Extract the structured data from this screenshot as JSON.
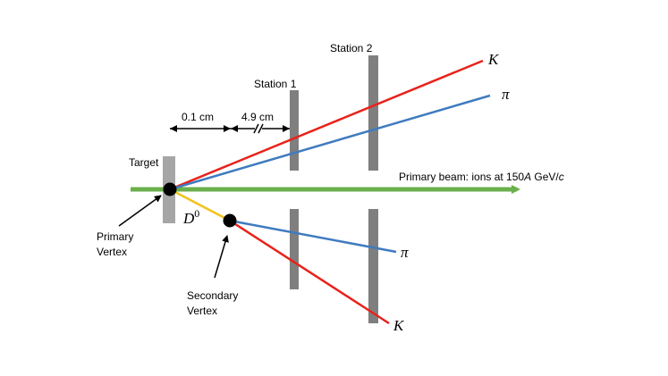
{
  "labels": {
    "station1": "Station 1",
    "station2": "Station 2",
    "target": "Target",
    "dist1": "0.1 cm",
    "dist2": "4.9 cm",
    "primary_vertex_line1": "Primary",
    "primary_vertex_line2": "Vertex",
    "secondary_vertex_line1": "Secondary",
    "secondary_vertex_line2": "Vertex",
    "beam_prefix": "Primary beam: ions at 150",
    "beam_A": "A",
    "beam_mid": " GeV/",
    "beam_c": "c",
    "d0_symbol": "D",
    "d0_superscript": "0",
    "kaon_top": "K",
    "pion_top": "π",
    "pion_bottom": "π",
    "kaon_bottom": "K"
  },
  "colors": {
    "beam": "#6ab04c",
    "kaon": "#e8221a",
    "pion": "#3f7bbf",
    "d0": "#f2c21b",
    "station": "#7f7f7f",
    "target": "#a6a6a6",
    "vertex": "#000000"
  }
}
